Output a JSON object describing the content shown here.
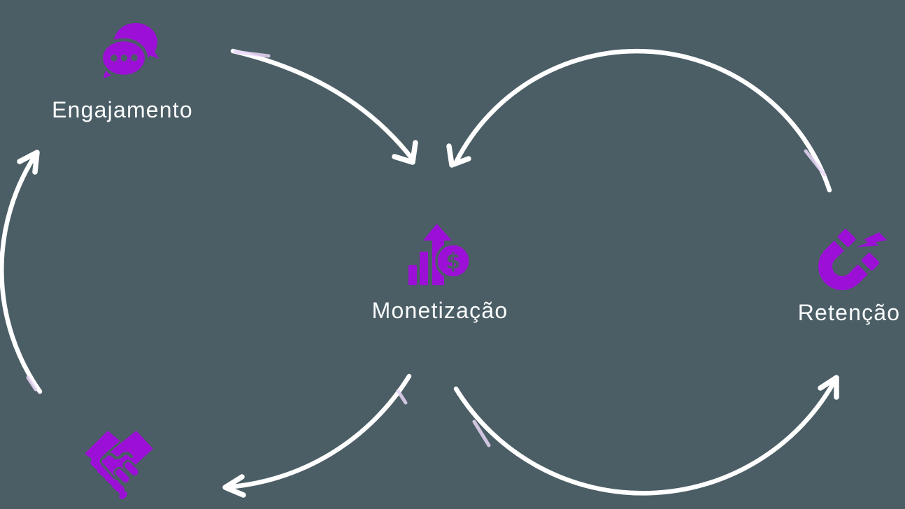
{
  "diagram": {
    "background_color": "#4B5E65",
    "accent_color": "#9C0FD6",
    "arrow_color": "#FFFFFF",
    "text_color": "#FBFDFD",
    "nodes": [
      {
        "id": "engagement",
        "label": "Engajamento",
        "icon": "chat-bubbles-icon"
      },
      {
        "id": "monetization",
        "label": "Monetização",
        "icon": "growth-chart-dollar-icon"
      },
      {
        "id": "retention",
        "label": "Retenção",
        "icon": "magnet-icon"
      },
      {
        "id": "partnership",
        "label": "",
        "icon": "handshake-icon"
      }
    ],
    "connections": [
      {
        "from": "engagement",
        "to": "monetization"
      },
      {
        "from": "retention",
        "to": "monetization"
      },
      {
        "from": "monetization",
        "to": "retention"
      },
      {
        "from": "monetization",
        "to": "partnership"
      },
      {
        "from": "partnership",
        "to": "engagement"
      }
    ]
  }
}
